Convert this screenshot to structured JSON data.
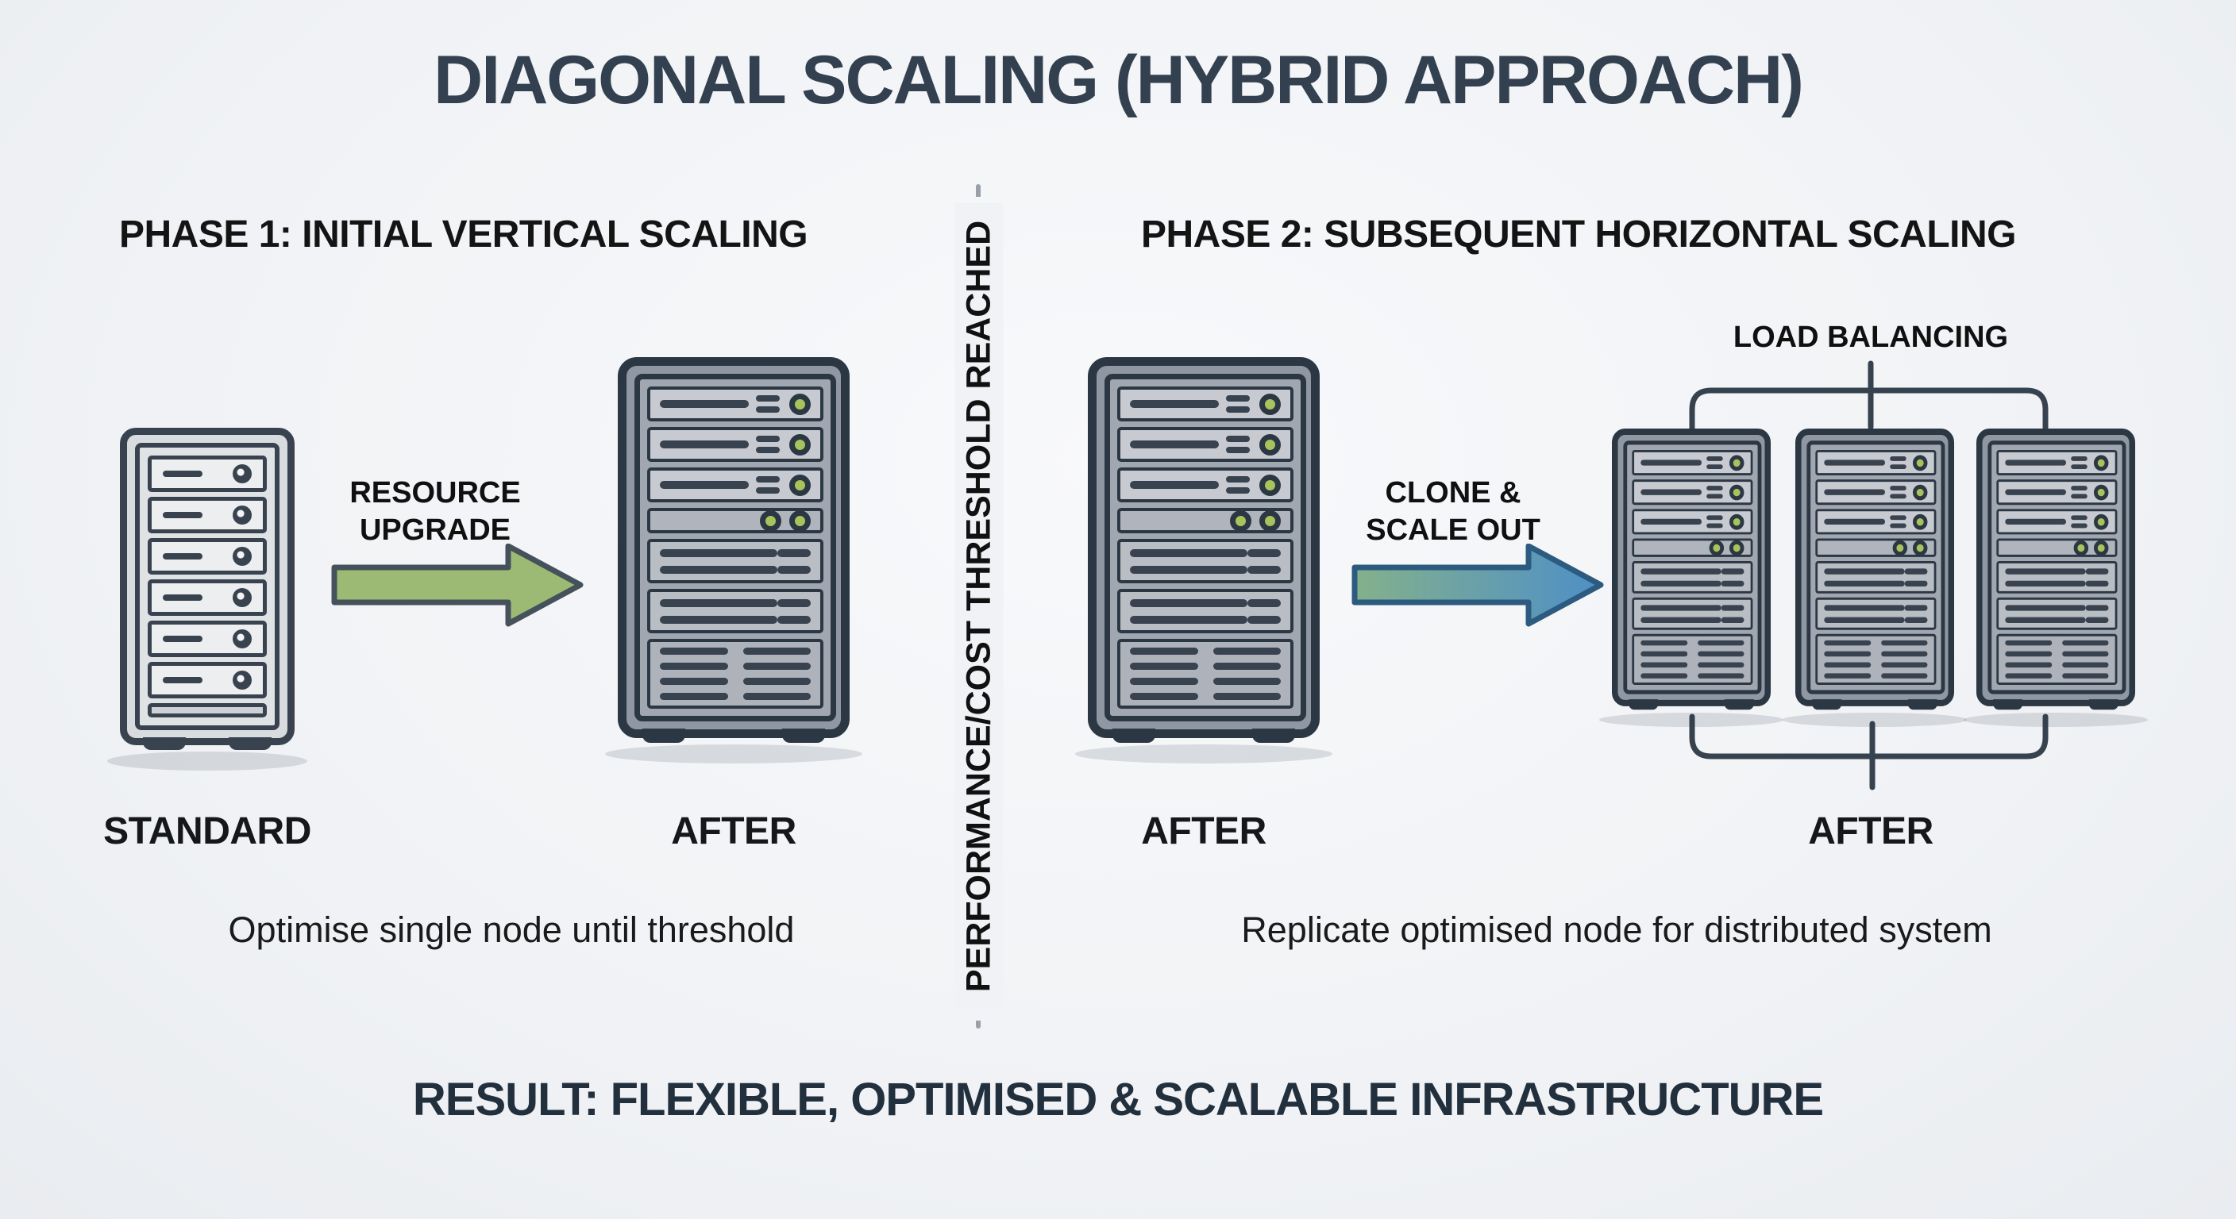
{
  "header": {
    "title": "DIAGONAL SCALING (HYBRID APPROACH)"
  },
  "phase1": {
    "heading": "PHASE 1: INITIAL VERTICAL SCALING",
    "before_label": "STANDARD",
    "after_label": "AFTER",
    "arrow_label_line1": "RESOURCE",
    "arrow_label_line2": "UPGRADE",
    "caption": "Optimise single node until threshold"
  },
  "divider": {
    "label": "PERFORMANCE/COST THRESHOLD REACHED"
  },
  "phase2": {
    "heading": "PHASE 2: SUBSEQUENT HORIZONTAL SCALING",
    "before_label": "AFTER",
    "cluster_label": "AFTER",
    "arrow_label_line1": "CLONE &",
    "arrow_label_line2": "SCALE OUT",
    "load_balancing": "LOAD BALANCING",
    "caption": "Replicate optimised node for distributed system"
  },
  "result": {
    "text": "RESULT: FLEXIBLE, OPTIMISED & SCALABLE INFRASTRUCTURE"
  },
  "colors": {
    "background": "#f0f2f5",
    "outline_ink": "#2c3744",
    "title_navy": "#33404f",
    "upgrade_arrow_green": "#9dba74",
    "scale_out_arrow_blue": "#4e8fc7",
    "scale_out_arrow_green": "#84b18b",
    "led_green": "#a9c35c",
    "divider_dash_gray": "#99a0a8"
  }
}
